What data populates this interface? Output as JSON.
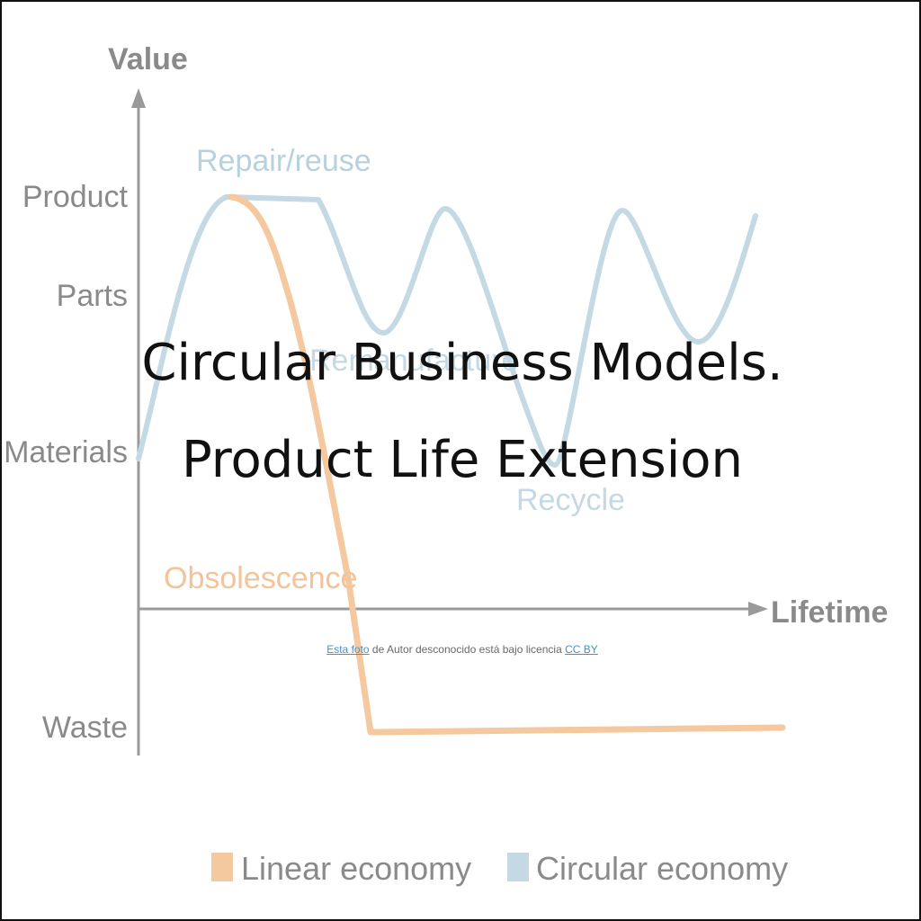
{
  "title": "Circular Business Models. Product Life Extension",
  "axes": {
    "y_label": "Value",
    "x_label": "Lifetime",
    "y_levels": [
      "Product",
      "Parts",
      "Materials",
      "Waste"
    ]
  },
  "annotations": {
    "repair": "Repair/reuse",
    "remanufacture": "Remanufacture",
    "recycle": "Recycle",
    "obsolescence": "Obsolescence"
  },
  "legend": {
    "linear": "Linear economy",
    "circular": "Circular economy"
  },
  "colors": {
    "linear": "#f5c9a0",
    "circular": "#c4d9e3",
    "axis": "#9a9a9a",
    "repair_text": "#b7d2df",
    "obsolescence_text": "#f3c39a"
  },
  "credit": {
    "link1": "Esta foto",
    "middle": " de Autor desconocido está bajo licencia ",
    "link2": "CC BY"
  }
}
